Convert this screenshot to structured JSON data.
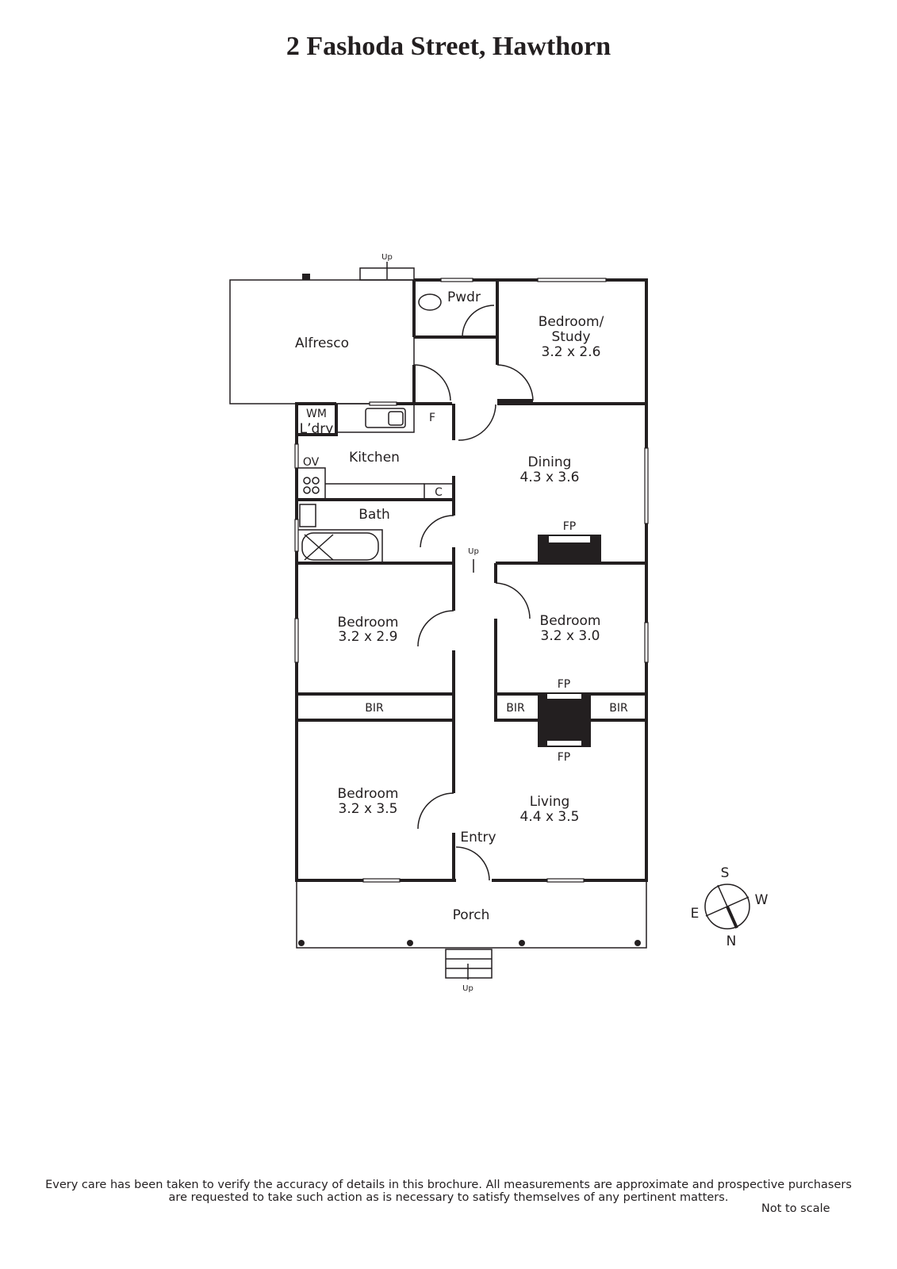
{
  "title": "2 Fashoda Street, Hawthorn",
  "rooms": {
    "alfresco": "Alfresco",
    "pwdr": "Pwdr",
    "study_l1": "Bedroom/",
    "study_l2": "Study",
    "study_dim": "3.2 x 2.6",
    "wm": "WM",
    "ldry": "L’dry",
    "f": "F",
    "kitchen": "Kitchen",
    "ov": "OV",
    "c": "C",
    "dining": "Dining",
    "dining_dim": "4.3 x 3.6",
    "bath": "Bath",
    "fp": "FP",
    "bed1": "Bedroom",
    "bed1_dim": "3.2 x 2.9",
    "bed2": "Bedroom",
    "bed2_dim": "3.2 x 3.0",
    "bir": "BIR",
    "bed3": "Bedroom",
    "bed3_dim": "3.2 x 3.5",
    "living": "Living",
    "living_dim": "4.4 x 3.5",
    "entry": "Entry",
    "porch": "Porch",
    "up": "Up"
  },
  "compass": {
    "s": "S",
    "w": "W",
    "e": "E",
    "n": "N"
  },
  "disclaimer_l1": "Every care has been taken to verify the accuracy of details in this brochure.  All measurements are approximate and prospective purchasers",
  "disclaimer_l2": "are requested to take such action as is necessary to satisfy themselves of any pertinent matters.",
  "not_to_scale": "Not to scale"
}
